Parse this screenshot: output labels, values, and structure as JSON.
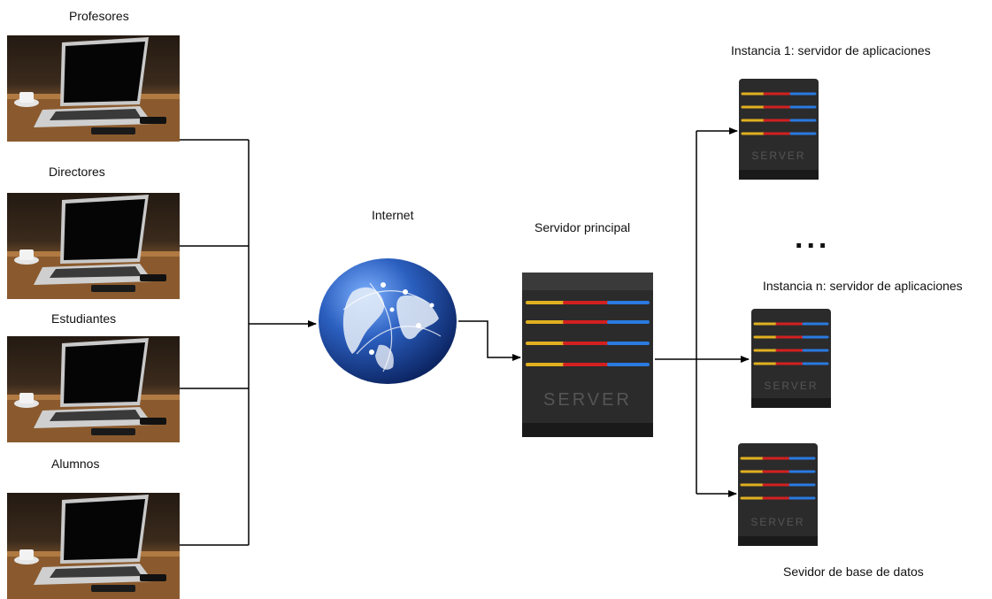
{
  "clients": [
    {
      "label": "Profesores"
    },
    {
      "label": "Directores"
    },
    {
      "label": "Estudiantes"
    },
    {
      "label": "Alumnos"
    }
  ],
  "internet": {
    "label": "Internet"
  },
  "main_server": {
    "label": "Servidor principal"
  },
  "instances": [
    {
      "label": "Instancia 1: servidor de aplicaciones"
    },
    {
      "label": "Instancia n: servidor de aplicaciones"
    }
  ],
  "ellipsis": "...",
  "database_server": {
    "label": "Sevidor de base de datos"
  },
  "server_badge": "SERVER",
  "colors": {
    "line": "#000000",
    "globe": "#1f4fa0",
    "server_body": "#2b2b2b",
    "led_red": "#d22020",
    "led_blue": "#2a7ae0",
    "led_yellow": "#e0b020"
  }
}
